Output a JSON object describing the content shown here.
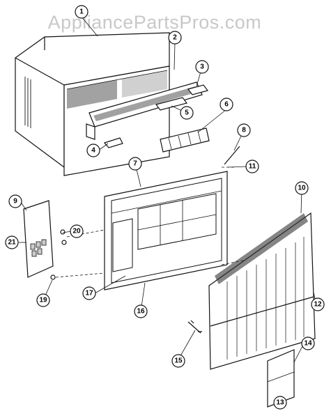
{
  "watermark": "AppliancePartsPros.com",
  "callouts": [
    "1",
    "2",
    "3",
    "4",
    "5",
    "6",
    "7",
    "8",
    "9",
    "10",
    "11",
    "12",
    "13",
    "14",
    "15",
    "16",
    "17",
    "19",
    "20",
    "21"
  ]
}
